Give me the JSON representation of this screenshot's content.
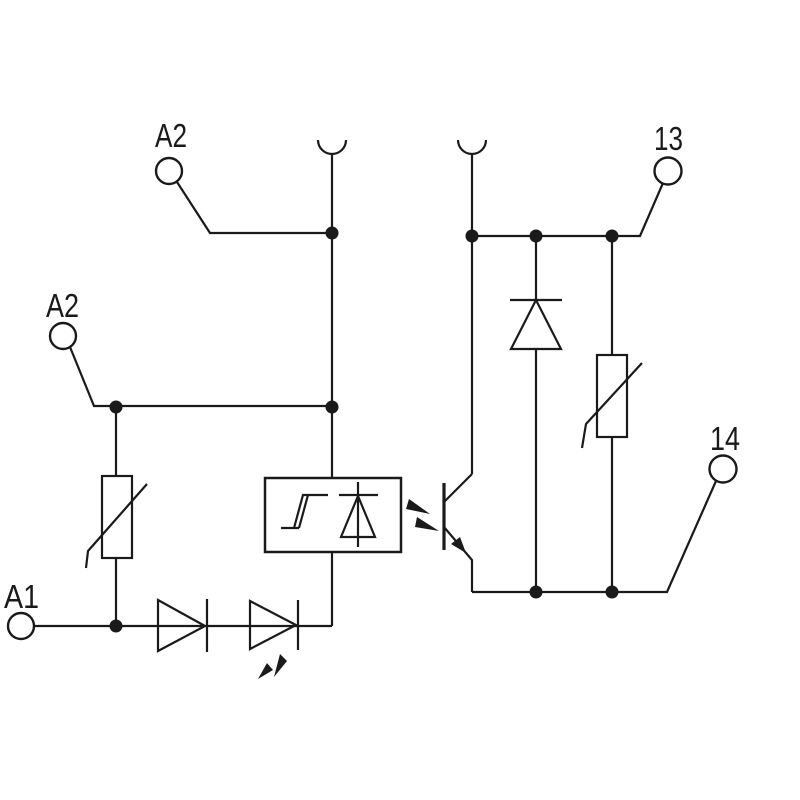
{
  "diagram": {
    "kind": "circuit-schematic",
    "description": "Relay module wiring schematic: input terminals A1/A2 with varistor, reverse-polarity diode, status LED and Schmitt-trigger input stage; optocoupler phototransistor output on contacts 13/14 with freewheeling diode and output varistor; plug-in socket contacts at top.",
    "colors": {
      "line": "#1a1a1a",
      "background": "#ffffff"
    },
    "terminals": {
      "a2_top": "A2",
      "a2_mid": "A2",
      "a1": "A1",
      "out13": "13",
      "out14": "14"
    },
    "components": {
      "socket_contact_left": "plug-in socket contact",
      "socket_contact_right": "plug-in socket contact",
      "varistor_input": "input varistor",
      "series_diode": "reverse-polarity protection diode",
      "status_led": "status LED",
      "input_stage": "Schmitt trigger with suppressor diode",
      "phototransistor": "optocoupler phototransistor",
      "freewheeling_diode": "freewheeling diode",
      "varistor_output": "output varistor"
    }
  }
}
